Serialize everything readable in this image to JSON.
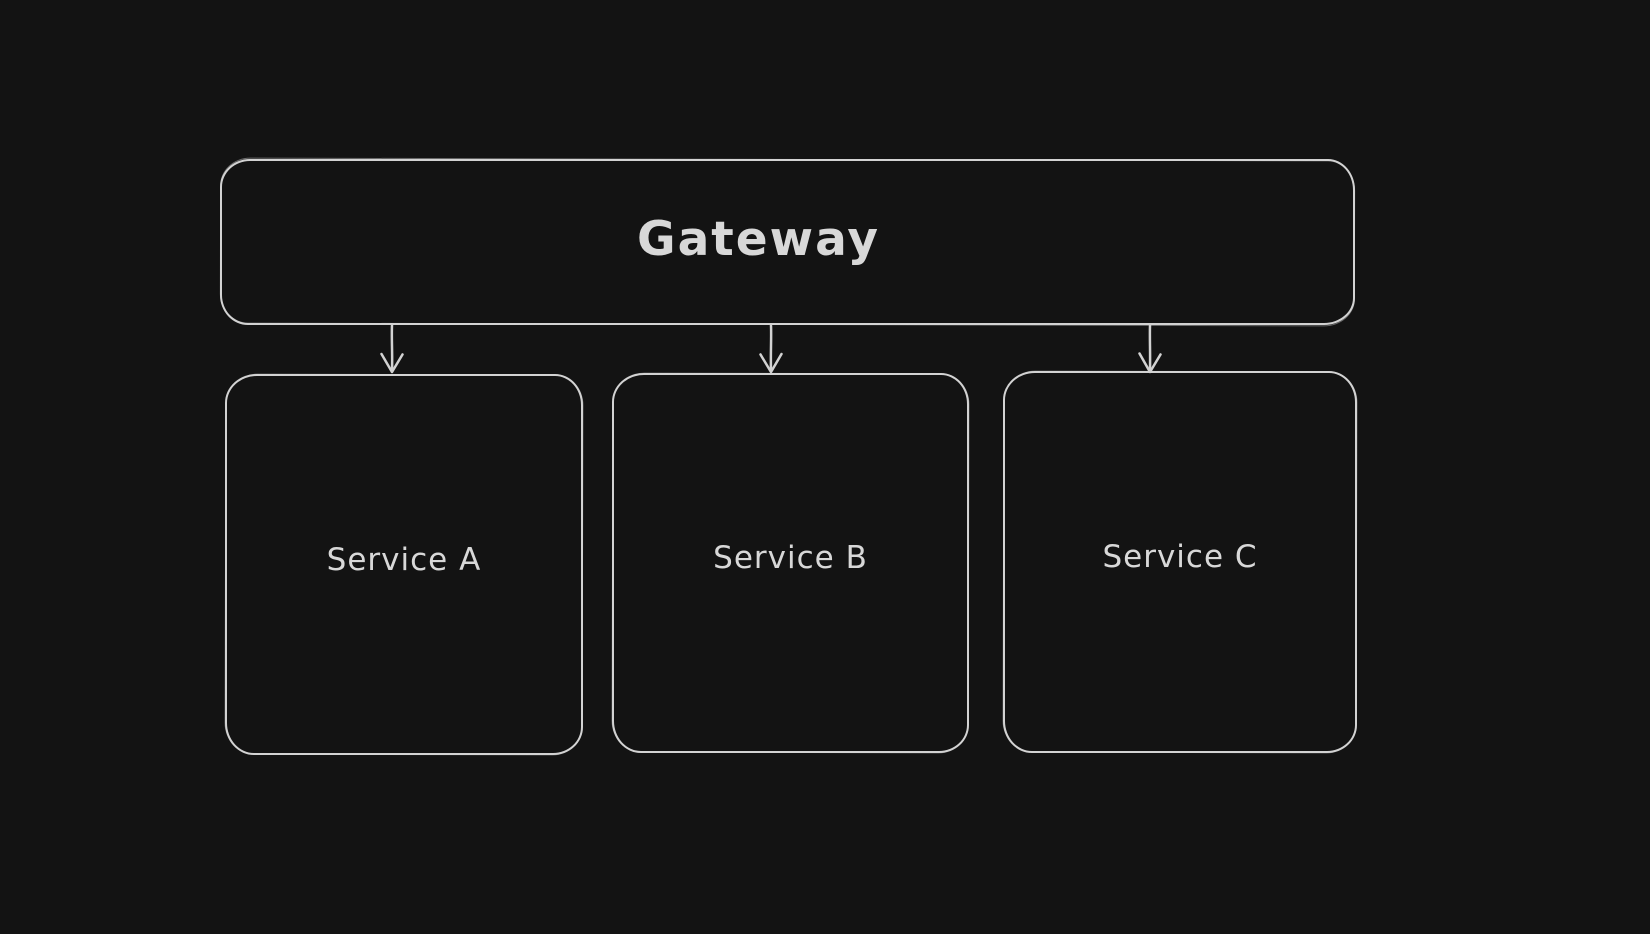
{
  "canvas": {
    "background_color": "#131313",
    "stroke_color": "#d2d2d2",
    "text_color": "#d8d8d8"
  },
  "diagram": {
    "type": "flowchart",
    "nodes": [
      {
        "id": "gateway",
        "label": "Gateway",
        "shape": "rounded-rectangle"
      },
      {
        "id": "service-a",
        "label": "Service A",
        "shape": "rounded-rectangle"
      },
      {
        "id": "service-b",
        "label": "Service B",
        "shape": "rounded-rectangle"
      },
      {
        "id": "service-c",
        "label": "Service C",
        "shape": "rounded-rectangle"
      }
    ],
    "edges": [
      {
        "from": "gateway",
        "to": "service-a",
        "style": "arrow-down"
      },
      {
        "from": "gateway",
        "to": "service-b",
        "style": "arrow-down"
      },
      {
        "from": "gateway",
        "to": "service-c",
        "style": "arrow-down"
      }
    ]
  }
}
